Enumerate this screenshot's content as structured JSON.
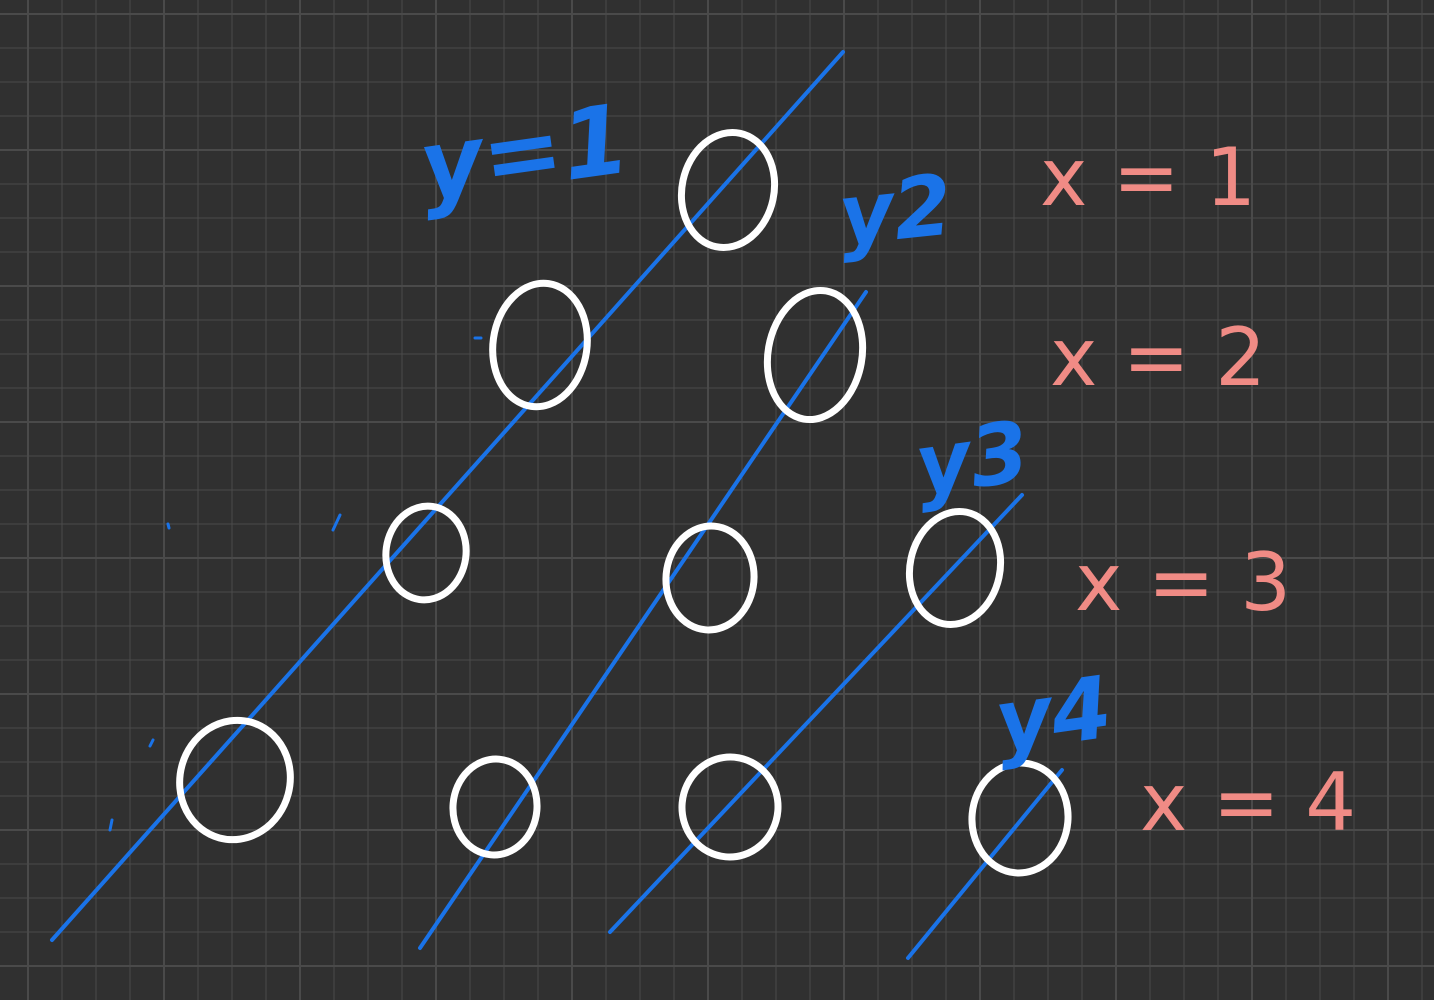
{
  "canvas": {
    "background": "#303030",
    "grid_color": "#4a4a4a",
    "grid": true
  },
  "colors": {
    "circle": "#ffffff",
    "blue_ink": "#1a73e8",
    "pink_ink": "#f08b85"
  },
  "circles": [
    {
      "row": 1,
      "col": 1
    },
    {
      "row": 2,
      "col": 1
    },
    {
      "row": 2,
      "col": 2
    },
    {
      "row": 3,
      "col": 1
    },
    {
      "row": 3,
      "col": 2
    },
    {
      "row": 3,
      "col": 3
    },
    {
      "row": 4,
      "col": 1
    },
    {
      "row": 4,
      "col": 2
    },
    {
      "row": 4,
      "col": 3
    },
    {
      "row": 4,
      "col": 4
    }
  ],
  "y_labels": [
    {
      "id": "y1",
      "text": "y=1"
    },
    {
      "id": "y2",
      "text": "y2"
    },
    {
      "id": "y3",
      "text": "y3"
    },
    {
      "id": "y4",
      "text": "y4"
    }
  ],
  "x_labels": [
    {
      "id": "x1",
      "text": "x = 1"
    },
    {
      "id": "x2",
      "text": "x = 2"
    },
    {
      "id": "x3",
      "text": "x = 3"
    },
    {
      "id": "x4",
      "text": "x = 4"
    }
  ]
}
